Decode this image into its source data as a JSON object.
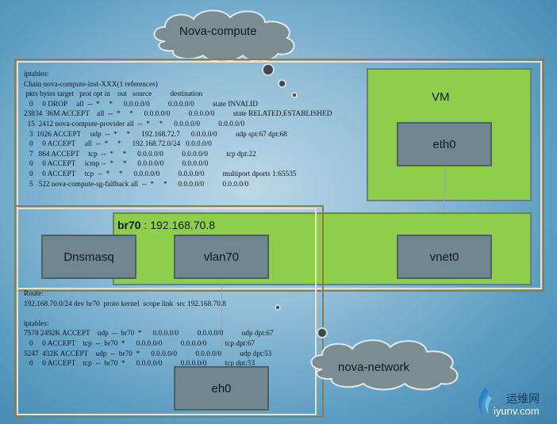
{
  "clouds": {
    "compute": "Nova-compute",
    "network": "nova-network"
  },
  "compute_iptables": {
    "lines": [
      "iptables:",
      "Chain nova-compute-inst-XXX(1 references)",
      " pkts bytes target   prot opt in    out   source          destination",
      "   0     0 DROP     all  --  *     *      0.0.0.0/0          0.0.0.0/0          state INVALID",
      "23834  36M ACCEPT    all  --  *     *      0.0.0.0/0          0.0.0.0/0          state RELATED,ESTABLISHED",
      "  15  2412 nova-compute-provider all  --  *     *      0.0.0.0/0          0.0.0.0/0",
      "   3  1026 ACCEPT     udp  --  *     *      192.168.72.7      0.0.0.0/0          udp spt:67 dpt:68",
      "   0     0 ACCEPT     all  --  *     *      192.168.72.0/24   0.0.0.0/0",
      "   7   864 ACCEPT     tcp  --  *     *      0.0.0.0/0          0.0.0.0/0          tcp dpt:22",
      "   0     0 ACCEPT     icmp --  *     *      0.0.0.0/0          0.0.0.0/0",
      "   0     0 ACCEPT     tcp  --  *     *      0.0.0.0/0          0.0.0.0/0          multiport dports 1:65535",
      "   5   522 nova-compute-sg-fallback all  --  *     *      0.0.0.0/0          0.0.0.0/0"
    ]
  },
  "vm": {
    "label": "VM",
    "iface": "eth0"
  },
  "bridge": {
    "name": "br70",
    "ip": " : 192.168.70.8"
  },
  "boxes": {
    "dnsmasq": "Dnsmasq",
    "vlan": "vlan70",
    "vnet": "vnet0",
    "eth": "eh0"
  },
  "network_info": {
    "lines": [
      "Route:",
      "192.168.70.0/24 dev br70  proto kernel  scope link  src 192.168.70.8",
      "",
      "iptables:",
      "7578 2492K ACCEPT    udp  --  br70  *      0.0.0.0/0          0.0.0.0/0          udp dpt:67",
      "   0     0 ACCEPT    tcp  --  br70  *      0.0.0.0/0          0.0.0.0/0          tcp dpt:67",
      "5247  432K ACCEPT    udp  --  br70  *      0.0.0.0/0          0.0.0.0/0          udp dpt:53",
      "   0     0 ACCEPT    tcp  --  br70  *      0.0.0.0/0          0.0.0.0/0          tcp dpt:53"
    ]
  },
  "watermark": {
    "cn": "运维网",
    "url": "iyunv.com"
  },
  "colors": {
    "green": "#8fce4a",
    "gray_box": "#6f8791",
    "frame": "#8c7a55"
  }
}
